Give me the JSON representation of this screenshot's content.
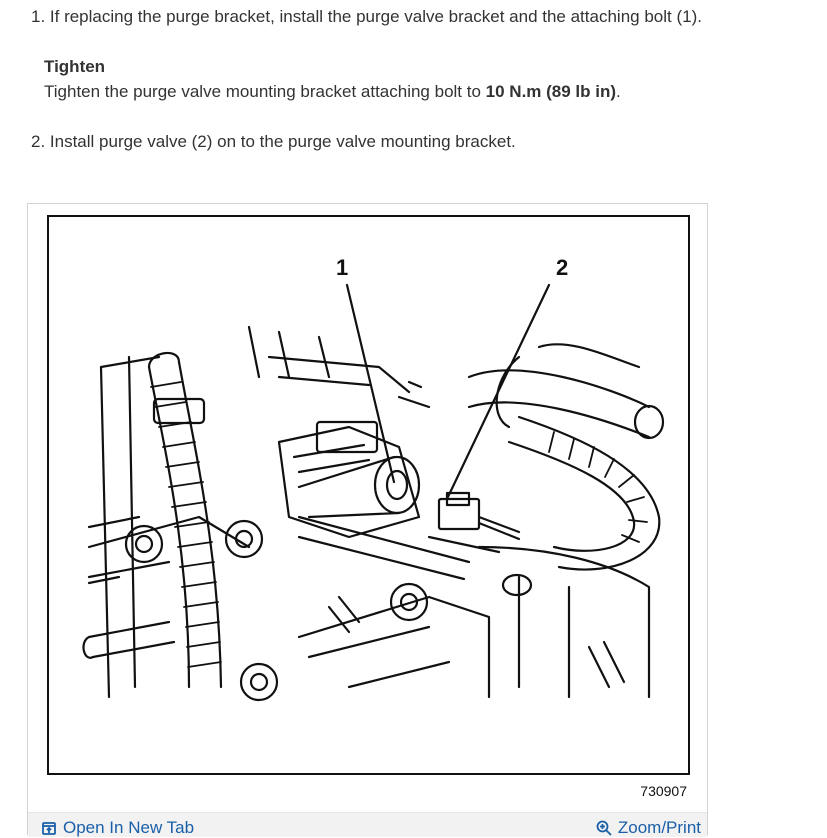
{
  "steps": [
    {
      "text": "1. If replacing the purge bracket, install the purge valve bracket and the attaching bolt (1)."
    },
    {
      "text": "2. Install purge valve (2) on to the purge valve mounting bracket."
    }
  ],
  "tighten": {
    "title": "Tighten",
    "prefix": "Tighten the purge valve mounting bracket attaching bolt to ",
    "spec": "10 N.m (89 lb in)",
    "suffix": "."
  },
  "figure": {
    "callout_1": "1",
    "callout_2": "2",
    "figure_id": "730907",
    "open_tab_label": "Open In New Tab",
    "zoom_label": "Zoom/Print",
    "link_color": "#1a5fa8"
  }
}
